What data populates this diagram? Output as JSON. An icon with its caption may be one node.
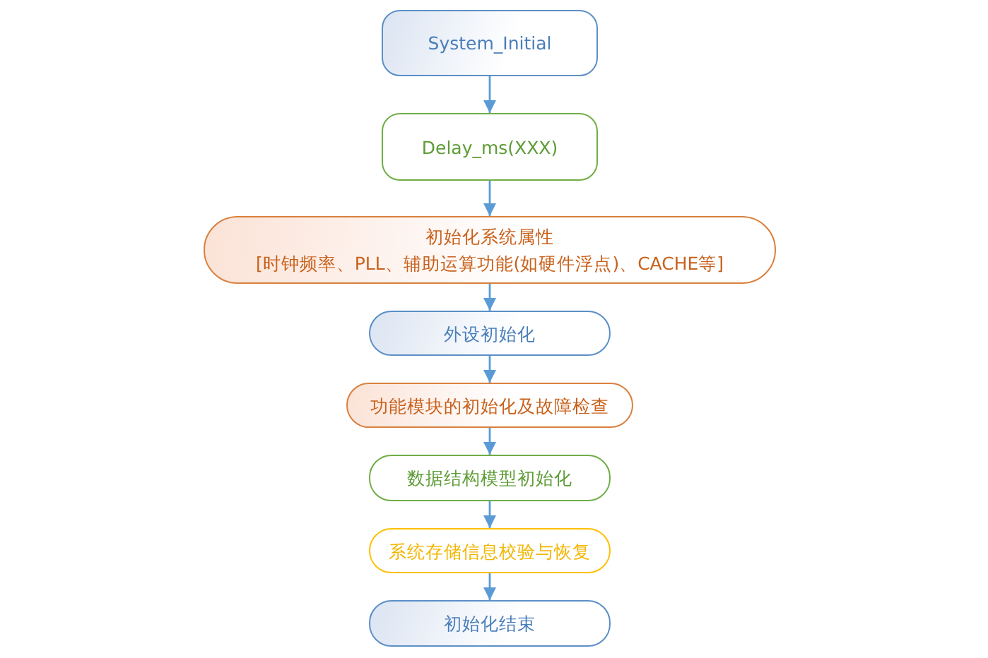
{
  "diagram": {
    "nodes": [
      {
        "text": [
          "System_Initial"
        ]
      },
      {
        "text": [
          "Delay_ms(XXX)"
        ]
      },
      {
        "text": [
          "初始化系统属性",
          "[时钟频率、PLL、辅助运算功能(如硬件浮点)、CACHE等]"
        ]
      },
      {
        "text": [
          "外设初始化"
        ]
      },
      {
        "text": [
          "功能模块的初始化及故障检查"
        ]
      },
      {
        "text": [
          "数据结构模型初始化"
        ]
      },
      {
        "text": [
          "系统存储信息校验与恢复"
        ]
      },
      {
        "text": [
          "初始化结束"
        ]
      }
    ],
    "edges": [
      {
        "from": 0,
        "to": 1,
        "arrow": "to"
      },
      {
        "from": 1,
        "to": 2,
        "arrow": "to"
      },
      {
        "from": 2,
        "to": 3,
        "arrow": "to"
      },
      {
        "from": 3,
        "to": 4,
        "arrow": "to"
      },
      {
        "from": 4,
        "to": 5,
        "arrow": "to"
      },
      {
        "from": 5,
        "to": 6,
        "arrow": "to"
      },
      {
        "from": 6,
        "to": 7,
        "arrow": "to"
      }
    ]
  }
}
